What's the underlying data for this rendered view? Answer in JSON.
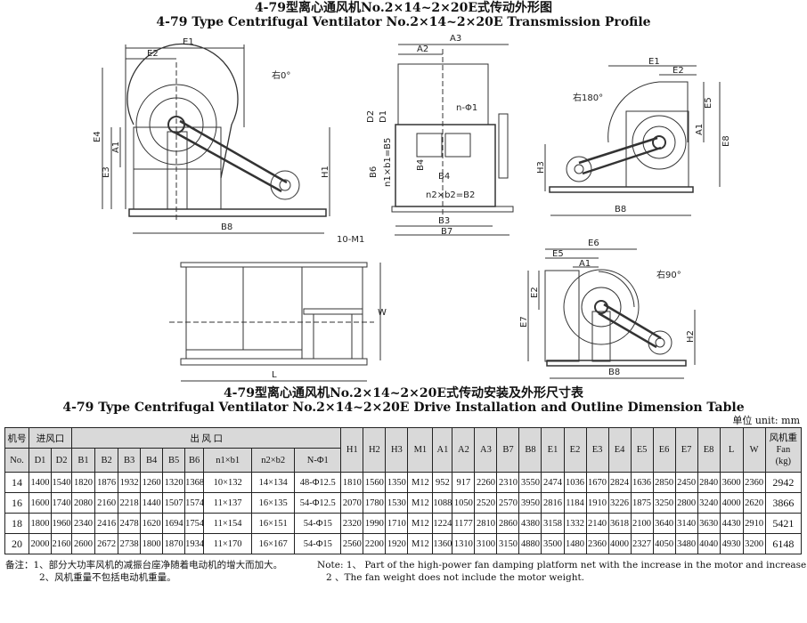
{
  "titles": {
    "profile_cn": "4-79型离心通风机No.2×14~2×20E式传动外形图",
    "profile_en": "4-79 Type Centrifugal Ventilator No.2×14~2×20E Transmission Profile",
    "table_cn": "4-79型离心通风机No.2×14~2×20E式传动安装及外形尺寸表",
    "table_en": "4-79 Type Centrifugal Ventilator No.2×14~2×20E Drive Installation and Outline Dimension Table"
  },
  "drawings": {
    "side_0": {
      "E1": "E1",
      "E2": "E2",
      "angle": "右0°",
      "E4": "E4",
      "E3": "E3",
      "A1": "A1",
      "H1": "H1",
      "B8": "B8",
      "bolt": "10-M1"
    },
    "front": {
      "A3": "A3",
      "A2": "A2",
      "D2": "D2",
      "D1": "D1",
      "nphi": "n-Φ1",
      "B6": "B6",
      "B5": "n1×b1=B5",
      "B4v": "B4",
      "B4h": "B4",
      "B2": "n2×b2=B2",
      "B3": "B3",
      "B7": "B7"
    },
    "side_180": {
      "E1": "E1",
      "E2": "E2",
      "angle": "右180°",
      "E5": "E5",
      "A1": "A1",
      "E8": "E8",
      "H3": "H3",
      "B8": "B8"
    },
    "top": {
      "W": "W",
      "L": "L"
    },
    "side_90": {
      "E6": "E6",
      "E5": "E5",
      "A1": "A1",
      "angle": "右90°",
      "E2": "E2",
      "E7": "E7",
      "H2": "H2",
      "B8": "B8"
    }
  },
  "unit": "单位 unit: mm",
  "table": {
    "header": {
      "no_cn": "机号",
      "no_en": "No.",
      "inlet": "进风口",
      "outlet": "出 风 口",
      "fan_cn": "风机重",
      "fan_en": "Fan",
      "fan_unit": "(kg)"
    },
    "inlet_cols": [
      "D1",
      "D2"
    ],
    "outlet_cols": [
      "B1",
      "B2",
      "B3",
      "B4",
      "B5",
      "B6",
      "n1×b1",
      "n2×b2",
      "N-Φ1"
    ],
    "other_cols": [
      "H1",
      "H2",
      "H3",
      "M1",
      "A1",
      "A2",
      "A3",
      "B7",
      "B8",
      "E1",
      "E2",
      "E3",
      "E4",
      "E5",
      "E6",
      "E7",
      "E8",
      "L",
      "W"
    ],
    "rows": [
      [
        "14",
        "1400",
        "1540",
        "1820",
        "1876",
        "1932",
        "1260",
        "1320",
        "1368",
        "10×132",
        "14×134",
        "48-Φ12.5",
        "1810",
        "1560",
        "1350",
        "M12",
        "952",
        "917",
        "2260",
        "2310",
        "3550",
        "2474",
        "1036",
        "1670",
        "2824",
        "1636",
        "2850",
        "2450",
        "2840",
        "3600",
        "2360",
        "2942"
      ],
      [
        "16",
        "1600",
        "1740",
        "2080",
        "2160",
        "2218",
        "1440",
        "1507",
        "1574",
        "11×137",
        "16×135",
        "54-Φ12.5",
        "2070",
        "1780",
        "1530",
        "M12",
        "1088",
        "1050",
        "2520",
        "2570",
        "3950",
        "2816",
        "1184",
        "1910",
        "3226",
        "1875",
        "3250",
        "2800",
        "3240",
        "4000",
        "2620",
        "3866"
      ],
      [
        "18",
        "1800",
        "1960",
        "2340",
        "2416",
        "2478",
        "1620",
        "1694",
        "1754",
        "11×154",
        "16×151",
        "54-Φ15",
        "2320",
        "1990",
        "1710",
        "M12",
        "1224",
        "1177",
        "2810",
        "2860",
        "4380",
        "3158",
        "1332",
        "2140",
        "3618",
        "2100",
        "3640",
        "3140",
        "3630",
        "4430",
        "2910",
        "5421"
      ],
      [
        "20",
        "2000",
        "2160",
        "2600",
        "2672",
        "2738",
        "1800",
        "1870",
        "1934",
        "11×170",
        "16×167",
        "54-Φ15",
        "2560",
        "2200",
        "1920",
        "M12",
        "1360",
        "1310",
        "3100",
        "3150",
        "4880",
        "3500",
        "1480",
        "2360",
        "4000",
        "2327",
        "4050",
        "3480",
        "4040",
        "4930",
        "3200",
        "6148"
      ]
    ]
  },
  "notes": {
    "label": "备注：",
    "cn1": "1、部分大功率风机的减振台座净随着电动机的增大而加大。",
    "en1": "Note: 1、 Part of the high-power fan damping platform net with the increase in the motor and increase.",
    "cn2": "2、风机重量不包括电动机重量。",
    "en2": "2 、The fan weight does not include the motor weight."
  }
}
